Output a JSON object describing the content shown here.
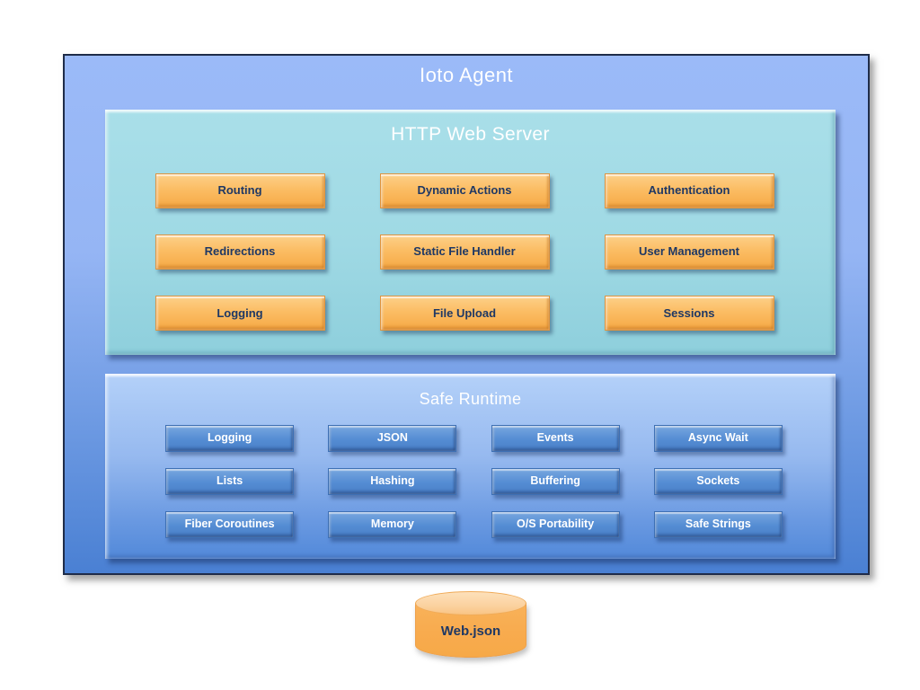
{
  "diagram": {
    "title": "Ioto Agent",
    "http_server": {
      "title": "HTTP Web Server",
      "modules": [
        "Routing",
        "Dynamic Actions",
        "Authentication",
        "Redirections",
        "Static File Handler",
        "User Management",
        "Logging",
        "File Upload",
        "Sessions"
      ]
    },
    "safe_runtime": {
      "title": "Safe Runtime",
      "modules": [
        "Logging",
        "JSON",
        "Events",
        "Async Wait",
        "Lists",
        "Hashing",
        "Buffering",
        "Sockets",
        "Fiber Coroutines",
        "Memory",
        "O/S Portability",
        "Safe Strings"
      ]
    },
    "datastore": {
      "label": "Web.json"
    },
    "colors": {
      "page_background": "#ffffff",
      "outer_box_top": "#9bbaf8",
      "outer_box_bottom": "#4a80d3",
      "outer_border": "#1f2c49",
      "http_box_top": "#a9dfe9",
      "http_box_bottom": "#8ecfdc",
      "runtime_box_top": "#b4d1f9",
      "runtime_box_bottom": "#5289d9",
      "orange_button_top": "#fdd089",
      "orange_button_bottom": "#f6a945",
      "blue_button_top": "#78a7e0",
      "blue_button_bottom": "#4a80c8",
      "cylinder_body": "#f8ab4e",
      "cylinder_top": "#fbd2a0",
      "dark_text": "#1f3864",
      "light_text": "#ffffff"
    }
  }
}
